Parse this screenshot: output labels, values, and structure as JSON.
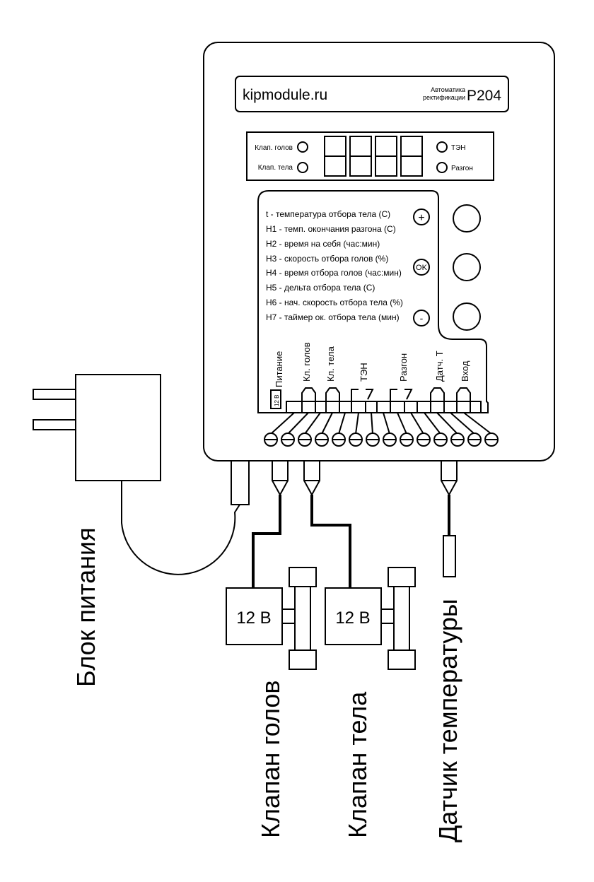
{
  "device": {
    "brand": "kipmodule.ru",
    "subtitle_line1": "Автоматика",
    "subtitle_line2": "ректификации",
    "model": "Р204"
  },
  "indicators": {
    "left": [
      "Клап. голов",
      "Клап. тела"
    ],
    "right": [
      "ТЭН",
      "Разгон"
    ]
  },
  "parameters": [
    "t - температура отбора тела (С)",
    "H1 - темп. окончания разгона (С)",
    "H2 - время на себя (час:мин)",
    "H3 - скорость отбора голов (%)",
    "H4 - время отбора голов (час:мин)",
    "H5 - дельта отбора тела (С)",
    "H6 - нач. скорость отбора тела (%)",
    "H7 - таймер ок. отбора тела (мин)"
  ],
  "buttons": {
    "plus": "+",
    "ok": "OK",
    "minus": "-"
  },
  "terminal_labels": {
    "power": "Питание",
    "power_voltage": "12 В",
    "head_valve": "Кл. голов",
    "body_valve": "Кл. тела",
    "heater": "ТЭН",
    "boost": "Разгон",
    "temp_sensor": "Датч. Т",
    "input": "Вход"
  },
  "valves": {
    "head_voltage": "12 В",
    "body_voltage": "12 В"
  },
  "captions": {
    "power_supply": "Блок питания",
    "head_valve": "Клапан голов",
    "body_valve": "Клапан тела",
    "temp_sensor": "Датчик температуры"
  }
}
